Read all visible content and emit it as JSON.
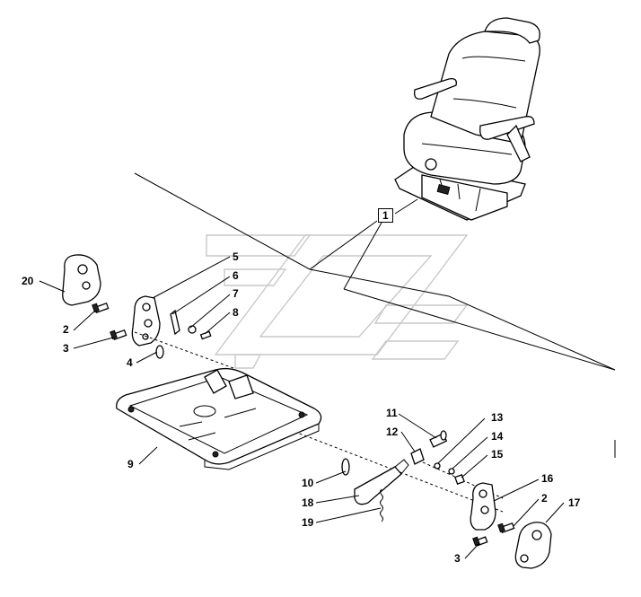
{
  "diagram": {
    "callouts": [
      {
        "id": "1",
        "text": "1",
        "boxed": true
      },
      {
        "id": "2a",
        "text": "2"
      },
      {
        "id": "2b",
        "text": "2"
      },
      {
        "id": "3a",
        "text": "3"
      },
      {
        "id": "3b",
        "text": "3"
      },
      {
        "id": "4",
        "text": "4"
      },
      {
        "id": "5",
        "text": "5"
      },
      {
        "id": "6",
        "text": "6"
      },
      {
        "id": "7",
        "text": "7"
      },
      {
        "id": "8",
        "text": "8"
      },
      {
        "id": "9",
        "text": "9"
      },
      {
        "id": "10",
        "text": "10"
      },
      {
        "id": "11",
        "text": "11"
      },
      {
        "id": "12",
        "text": "12"
      },
      {
        "id": "13",
        "text": "13"
      },
      {
        "id": "14",
        "text": "14"
      },
      {
        "id": "15",
        "text": "15"
      },
      {
        "id": "16",
        "text": "16"
      },
      {
        "id": "17",
        "text": "17"
      },
      {
        "id": "18",
        "text": "18"
      },
      {
        "id": "19",
        "text": "19"
      },
      {
        "id": "20",
        "text": "20"
      }
    ]
  }
}
